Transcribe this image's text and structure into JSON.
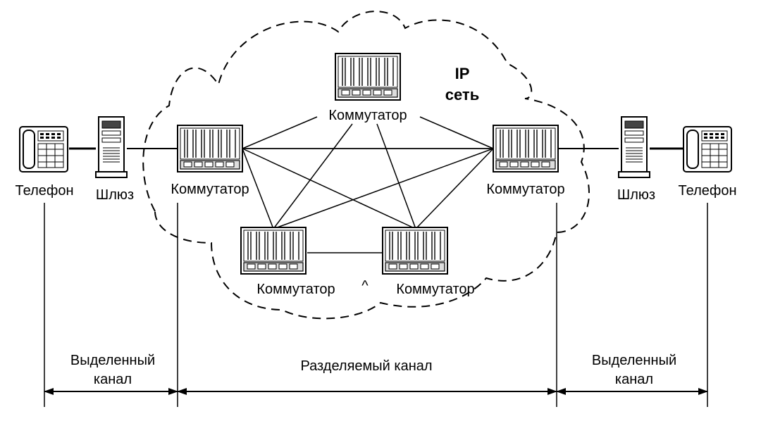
{
  "cloud_title": {
    "line1": "IP",
    "line2": "сеть"
  },
  "devices": {
    "phone_left": {
      "label": "Телефон"
    },
    "gateway_left": {
      "label": "Шлюз"
    },
    "switch_left": {
      "label": "Коммутатор"
    },
    "switch_top": {
      "label": "Коммутатор"
    },
    "switch_right": {
      "label": "Коммутатор"
    },
    "switch_bottom_l": {
      "label": "Коммутатор"
    },
    "switch_bottom_r": {
      "label": "Коммутатор"
    },
    "gateway_right": {
      "label": "Шлюз"
    },
    "phone_right": {
      "label": "Телефон"
    }
  },
  "segments": {
    "left": {
      "line1": "Выделенный",
      "line2": "канал"
    },
    "middle": {
      "label": "Разделяемый канал"
    },
    "right": {
      "line1": "Выделенный",
      "line2": "канал"
    }
  },
  "cloud_mark": "^"
}
